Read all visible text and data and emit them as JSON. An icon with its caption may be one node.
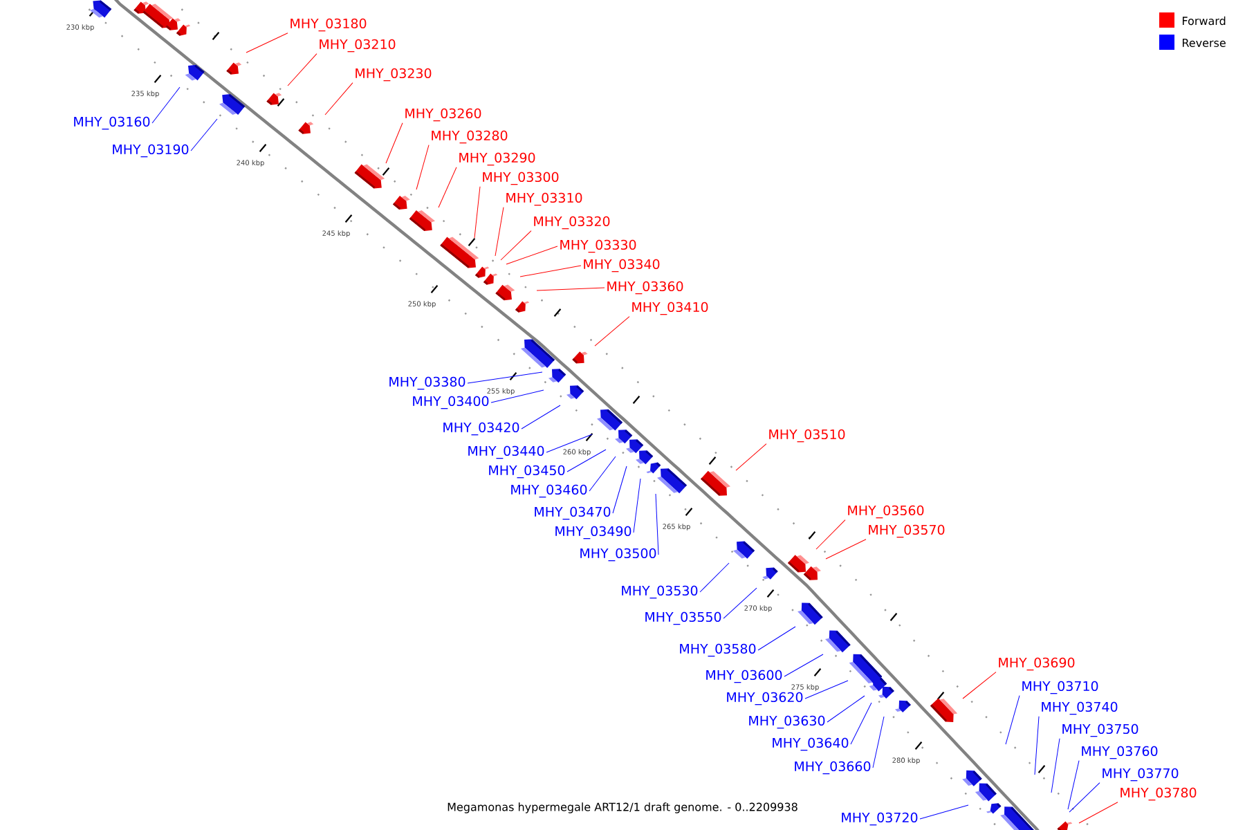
{
  "diagram": {
    "caption": "Megamonas hypermegale ART12/1 draft genome. - 0..2209938",
    "nodes": [
      {
        "text": [
          "MHY_03180"
        ]
      },
      {
        "text": [
          "MHY_03210"
        ]
      },
      {
        "text": [
          "MHY_03230"
        ]
      },
      {
        "text": [
          "MHY_03260"
        ]
      },
      {
        "text": [
          "MHY_03160"
        ]
      },
      {
        "text": [
          "MHY_03280"
        ]
      },
      {
        "text": [
          "MHY_03190"
        ]
      },
      {
        "text": [
          "MHY_03290"
        ]
      },
      {
        "text": [
          "MHY_03300"
        ]
      },
      {
        "text": [
          "MHY_03310"
        ]
      },
      {
        "text": [
          "MHY_03320"
        ]
      },
      {
        "text": [
          "MHY_03330"
        ]
      },
      {
        "text": [
          "MHY_03340"
        ]
      },
      {
        "text": [
          "MHY_03360"
        ]
      },
      {
        "text": [
          "MHY_03410"
        ]
      },
      {
        "text": [
          "MHY_03380"
        ]
      },
      {
        "text": [
          "MHY_03400"
        ]
      },
      {
        "text": [
          "MHY_03420"
        ]
      },
      {
        "text": [
          "MHY_03510"
        ]
      },
      {
        "text": [
          "MHY_03440"
        ]
      },
      {
        "text": [
          "MHY_03450"
        ]
      },
      {
        "text": [
          "MHY_03460"
        ]
      },
      {
        "text": [
          "MHY_03470"
        ]
      },
      {
        "text": [
          "MHY_03560"
        ]
      },
      {
        "text": [
          "MHY_03490"
        ]
      },
      {
        "text": [
          "MHY_03570"
        ]
      },
      {
        "text": [
          "MHY_03500"
        ]
      },
      {
        "text": [
          "MHY_03530"
        ]
      },
      {
        "text": [
          "MHY_03550"
        ]
      },
      {
        "text": [
          "MHY_03580"
        ]
      },
      {
        "text": [
          "MHY_03690"
        ]
      },
      {
        "text": [
          "MHY_03600"
        ]
      },
      {
        "text": [
          "MHY_03710"
        ]
      },
      {
        "text": [
          "MHY_03620"
        ]
      },
      {
        "text": [
          "MHY_03740"
        ]
      },
      {
        "text": [
          "MHY_03630"
        ]
      },
      {
        "text": [
          "MHY_03750"
        ]
      },
      {
        "text": [
          "MHY_03640"
        ]
      },
      {
        "text": [
          "MHY_03760"
        ]
      },
      {
        "text": [
          "MHY_03660"
        ]
      },
      {
        "text": [
          "MHY_03770"
        ]
      },
      {
        "text": [
          "MHY_03780"
        ]
      },
      {
        "text": [
          "MHY_03720"
        ]
      }
    ],
    "edges": [
      {
        "from": 0,
        "to": null,
        "arrow": "none",
        "color": "#ff0000"
      },
      {
        "from": 1,
        "to": null,
        "arrow": "none",
        "color": "#ff0000"
      },
      {
        "from": 2,
        "to": null,
        "arrow": "none",
        "color": "#ff0000"
      },
      {
        "from": 3,
        "to": null,
        "arrow": "none",
        "color": "#ff0000"
      },
      {
        "from": 4,
        "to": null,
        "arrow": "none"
      },
      {
        "from": 5,
        "to": null,
        "arrow": "none",
        "color": "#ff0000"
      },
      {
        "from": 6,
        "to": null,
        "arrow": "none"
      },
      {
        "from": 7,
        "to": null,
        "arrow": "none",
        "color": "#ff0000"
      },
      {
        "from": 8,
        "to": null,
        "arrow": "none",
        "color": "#ff0000"
      },
      {
        "from": 9,
        "to": null,
        "arrow": "none",
        "color": "#ff0000"
      },
      {
        "from": 10,
        "to": null,
        "arrow": "none",
        "color": "#ff0000"
      },
      {
        "from": 11,
        "to": null,
        "arrow": "none",
        "color": "#ff0000"
      },
      {
        "from": 12,
        "to": null,
        "arrow": "none",
        "color": "#ff0000"
      },
      {
        "from": 13,
        "to": null,
        "arrow": "none",
        "color": "#ff0000"
      },
      {
        "from": 14,
        "to": null,
        "arrow": "none",
        "color": "#ff0000"
      },
      {
        "from": 15,
        "to": null,
        "arrow": "none"
      },
      {
        "from": 16,
        "to": null,
        "arrow": "none"
      },
      {
        "from": 17,
        "to": null,
        "arrow": "none"
      },
      {
        "from": 18,
        "to": null,
        "arrow": "none",
        "color": "#ff0000"
      },
      {
        "from": 19,
        "to": null,
        "arrow": "none"
      },
      {
        "from": 20,
        "to": null,
        "arrow": "none"
      },
      {
        "from": 21,
        "to": null,
        "arrow": "none"
      },
      {
        "from": 22,
        "to": null,
        "arrow": "none"
      },
      {
        "from": 23,
        "to": null,
        "arrow": "none",
        "color": "#ff0000"
      },
      {
        "from": 24,
        "to": null,
        "arrow": "none"
      },
      {
        "from": 25,
        "to": null,
        "arrow": "none",
        "color": "#ff0000"
      },
      {
        "from": 26,
        "to": null,
        "arrow": "none"
      },
      {
        "from": 27,
        "to": null,
        "arrow": "none"
      },
      {
        "from": 28,
        "to": null,
        "arrow": "none"
      },
      {
        "from": 29,
        "to": null,
        "arrow": "none"
      },
      {
        "from": 30,
        "to": null,
        "arrow": "none",
        "color": "#ff0000"
      },
      {
        "from": 31,
        "to": null,
        "arrow": "none"
      },
      {
        "from": 32,
        "to": null,
        "arrow": "none"
      },
      {
        "from": 33,
        "to": null,
        "arrow": "none"
      },
      {
        "from": 34,
        "to": null,
        "arrow": "none"
      },
      {
        "from": 35,
        "to": null,
        "arrow": "none"
      },
      {
        "from": 36,
        "to": null,
        "arrow": "none"
      },
      {
        "from": 37,
        "to": null,
        "arrow": "none"
      },
      {
        "from": 38,
        "to": null,
        "arrow": "none"
      },
      {
        "from": 39,
        "to": null,
        "arrow": "none"
      },
      {
        "from": 40,
        "to": null,
        "arrow": "none"
      },
      {
        "from": 41,
        "to": null,
        "arrow": "none",
        "color": "#ff0000"
      },
      {
        "from": 42,
        "to": null,
        "arrow": "none"
      }
    ],
    "labels": [
      "230 kbp",
      "235 kbp",
      "240 kbp",
      "245 kbp",
      "250 kbp",
      "255 kbp",
      "260 kbp",
      "265 kbp",
      "270 kbp",
      "275 kbp",
      "280 kbp"
    ],
    "legend": [
      {
        "text": "Forward",
        "color": "#ff0000"
      },
      {
        "text": "Reverse",
        "color": "#0000ff"
      }
    ]
  }
}
